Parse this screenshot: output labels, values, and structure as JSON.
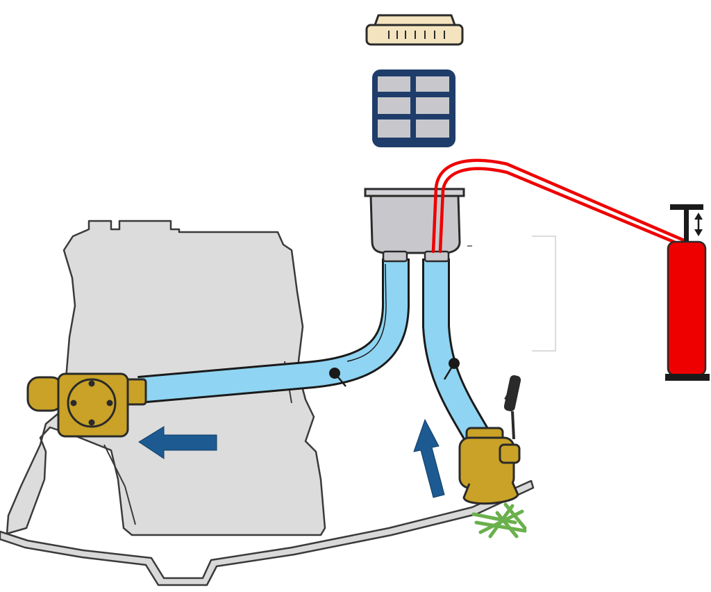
{
  "diagram": {
    "components": [
      {
        "id": "strainer-lid",
        "icon": "strainer-lid-icon"
      },
      {
        "id": "strainer-basket",
        "icon": "strainer-basket-icon"
      },
      {
        "id": "strainer-bowl",
        "icon": "strainer-bowl-icon"
      },
      {
        "id": "engine-block",
        "icon": "engine-block-icon"
      },
      {
        "id": "raw-water-pump",
        "icon": "water-pump-icon"
      },
      {
        "id": "pump-intake-hose",
        "icon": "hose-icon"
      },
      {
        "id": "seacock-hose",
        "icon": "hose-icon"
      },
      {
        "id": "seacock-valve",
        "icon": "seacock-valve-icon"
      },
      {
        "id": "hull-bottom",
        "icon": "hull-icon"
      },
      {
        "id": "seaweed-blockage",
        "icon": "seaweed-icon"
      },
      {
        "id": "air-hose",
        "icon": "air-hose-icon"
      },
      {
        "id": "hand-pump",
        "icon": "hand-pump-icon"
      }
    ],
    "flow_arrows": [
      {
        "id": "flow-to-pump",
        "direction": "left"
      },
      {
        "id": "flow-up-from-seacock",
        "direction": "up"
      }
    ],
    "colors": {
      "engine": "#dcdcdc",
      "hose": "#8fd4f2",
      "bronze": "#c9a227",
      "arrow": "#1c5a91",
      "hand_pump": "#ee0000",
      "seaweed": "#6ab04c",
      "basket": "#c8c8cc",
      "basket_frame": "#1f3d6a",
      "lid": "#f3e4bf"
    }
  }
}
